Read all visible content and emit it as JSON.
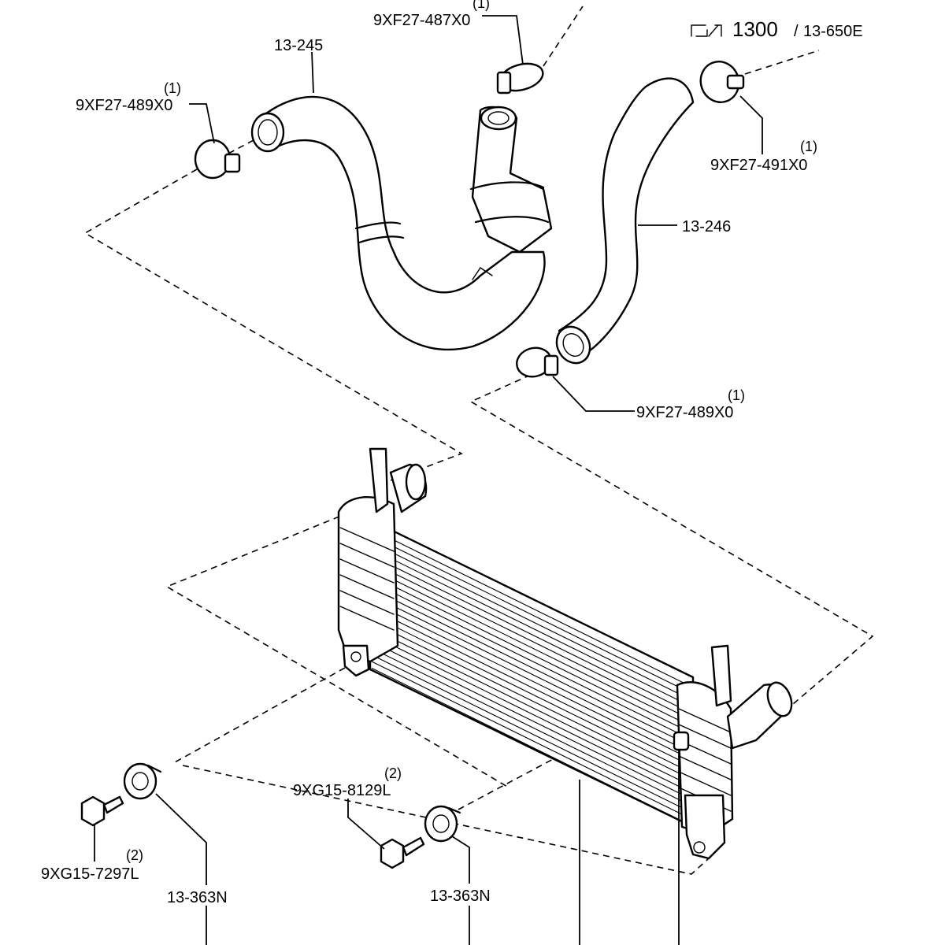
{
  "reference": {
    "icon": "reference-arrow-icon",
    "number": "1300",
    "part": "13-650E"
  },
  "labels": {
    "clamp_top": {
      "part": "9XF27-487X0",
      "qty": "(1)"
    },
    "clamp_left": {
      "part": "9XF27-489X0",
      "qty": "(1)"
    },
    "clamp_right": {
      "part": "9XF27-491X0",
      "qty": "(1)"
    },
    "clamp_lower": {
      "part": "9XF27-489X0",
      "qty": "(1)"
    },
    "hose_left": {
      "part": "13-245"
    },
    "hose_right": {
      "part": "13-246"
    },
    "bolt_left": {
      "part": "9XG15-7297L",
      "qty": "(2)"
    },
    "bolt_mid": {
      "part": "9XG15-8129L",
      "qty": "(2)"
    },
    "insulator_left": {
      "part": "13-363N"
    },
    "insulator_mid": {
      "part": "13-363N"
    }
  }
}
